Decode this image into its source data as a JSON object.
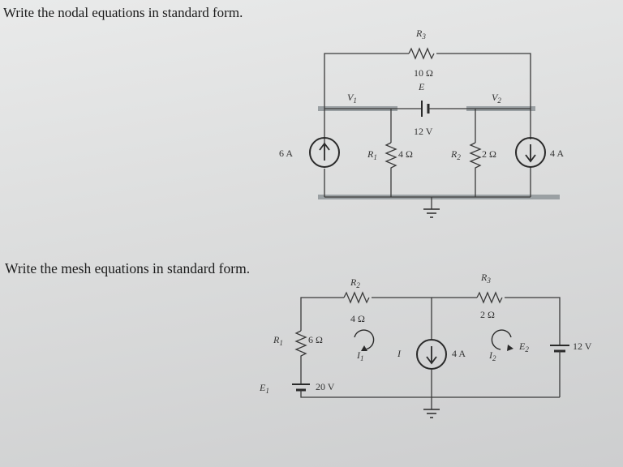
{
  "headings": {
    "nodal": "Write the nodal equations in standard form.",
    "mesh": "Write the mesh equations in standard form."
  },
  "nodal_circuit": {
    "r3": {
      "name": "R",
      "sub": "3",
      "value": "10 Ω"
    },
    "e": {
      "name": "E",
      "value": "12 V"
    },
    "v1": {
      "name": "V",
      "sub": "1"
    },
    "v2": {
      "name": "V",
      "sub": "2"
    },
    "r1": {
      "name": "R",
      "sub": "1",
      "value": "4 Ω"
    },
    "r2": {
      "name": "R",
      "sub": "2",
      "value": "2 Ω"
    },
    "src_left": {
      "value": "6 A"
    },
    "src_right": {
      "value": "4 A"
    }
  },
  "mesh_circuit": {
    "r1": {
      "name": "R",
      "sub": "1",
      "value": "6 Ω"
    },
    "r2": {
      "name": "R",
      "sub": "2",
      "value": "4 Ω"
    },
    "r3": {
      "name": "R",
      "sub": "3",
      "value": "2 Ω"
    },
    "e1": {
      "name": "E",
      "sub": "1",
      "value": "20 V"
    },
    "e2": {
      "name": "E",
      "sub": "2",
      "value": "12 V"
    },
    "i1": {
      "name": "I",
      "sub": "1"
    },
    "i2": {
      "name": "I",
      "sub": "2"
    },
    "i_src": {
      "name": "I",
      "value": "4 A"
    }
  }
}
